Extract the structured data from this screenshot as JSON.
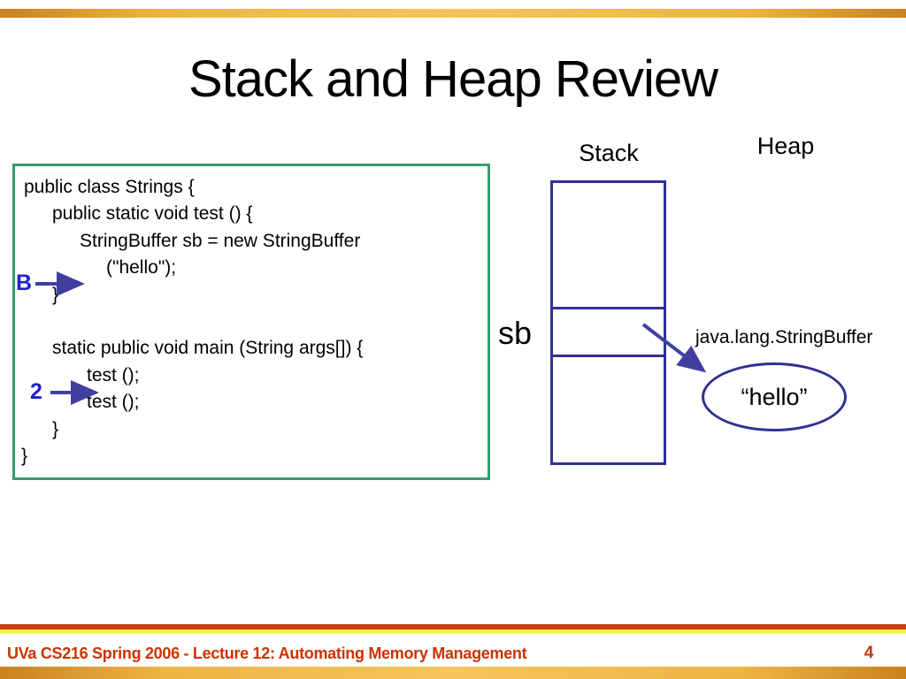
{
  "slide": {
    "title": "Stack and Heap Review",
    "footer": "UVa CS216 Spring 2006 - Lecture 12: Automating Memory Management",
    "page_number": "4"
  },
  "code_box": {
    "lines": [
      {
        "text": "public class Strings {"
      },
      {
        "text": "public static void test () {"
      },
      {
        "text": "StringBuffer sb = new StringBuffer"
      },
      {
        "text": "(\"hello\");"
      },
      {
        "text": "}"
      },
      {
        "text": ""
      },
      {
        "text": "static public void main (String args[]) {"
      },
      {
        "text": "test ();"
      },
      {
        "text": "test ();"
      },
      {
        "text": "}"
      },
      {
        "text": "}"
      }
    ]
  },
  "annotations": {
    "b_label": "B",
    "two_label": "2"
  },
  "diagram": {
    "stack_label": "Stack",
    "heap_label": "Heap",
    "sb_label": "sb",
    "object_type_label": "java.lang.StringBuffer",
    "object_value": "“hello”"
  },
  "colors": {
    "accent_gold": "#eeb446",
    "divider_red": "#c84313",
    "divider_yellow": "#faf24c",
    "footer_text": "#cc3300",
    "shape_blue": "#2e3192",
    "arrow_blue": "#3f3fa0",
    "annotation_blue": "#1f1fd0",
    "code_border_green": "#3a9c6c"
  }
}
